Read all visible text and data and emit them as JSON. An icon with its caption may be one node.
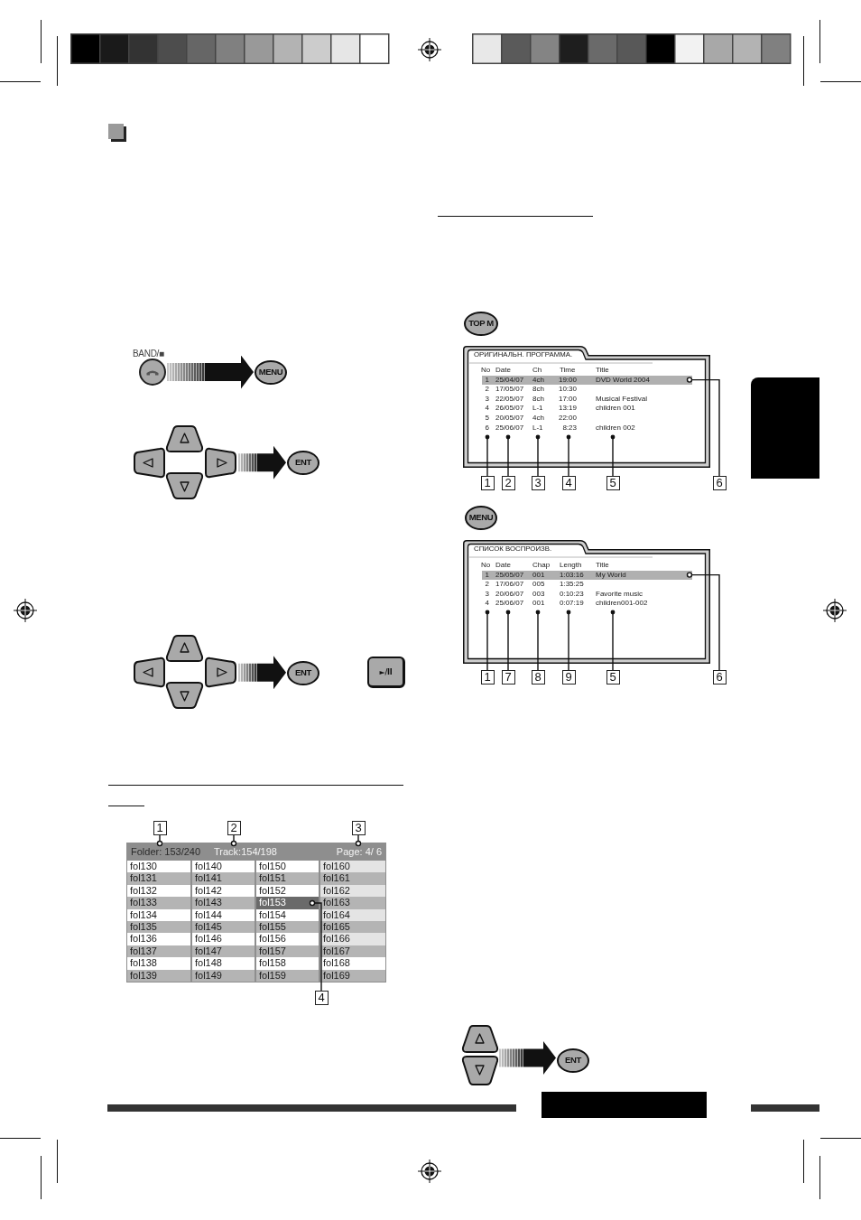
{
  "diagram": {
    "nodes": [
      {
        "text": [
          "BAND/■"
        ]
      },
      {
        "text": [
          "MENU"
        ]
      },
      {
        "text": [],
        "shape": "picture"
      },
      {
        "text": [
          "ENT"
        ]
      },
      {
        "text": [],
        "shape": "picture"
      },
      {
        "text": [
          "ENT"
        ]
      },
      {
        "text": [
          "►/II"
        ]
      },
      {
        "text": [
          "1"
        ]
      },
      {
        "text": [
          "2"
        ]
      },
      {
        "text": [
          "3"
        ]
      },
      {
        "text": [
          "fol153"
        ]
      },
      {
        "text": [
          "4"
        ]
      },
      {
        "text": [
          "TOP M"
        ]
      },
      {
        "text": [
          "ОРИГИНАЛЬН. ПРОГРАММА."
        ]
      },
      {
        "text": [
          "1"
        ]
      },
      {
        "text": [
          "2"
        ]
      },
      {
        "text": [
          "3"
        ]
      },
      {
        "text": [
          "4"
        ]
      },
      {
        "text": [
          "5"
        ]
      },
      {
        "text": [
          "6"
        ]
      },
      {
        "text": [],
        "shape": "box"
      },
      {
        "text": [
          "MENU"
        ]
      },
      {
        "text": [
          "СПИСОК ВОСПРОИЗВ."
        ]
      },
      {
        "text": [
          "1"
        ]
      },
      {
        "text": [
          "7"
        ]
      },
      {
        "text": [
          "8"
        ]
      },
      {
        "text": [
          "9"
        ]
      },
      {
        "text": [
          "5"
        ]
      },
      {
        "text": [
          "6"
        ]
      },
      {
        "text": [],
        "shape": "picture"
      },
      {
        "text": [
          "ENT"
        ]
      }
    ],
    "edges": [
      {
        "from": 0,
        "to": 1,
        "arrow": "to"
      },
      {
        "from": 2,
        "to": 3,
        "arrow": "to"
      },
      {
        "from": 4,
        "to": 5,
        "arrow": "to"
      },
      {
        "from": 29,
        "to": 30,
        "arrow": "to"
      },
      {
        "from": 7,
        "to": null,
        "arrow": "other"
      },
      {
        "from": 8,
        "to": null,
        "arrow": "other"
      },
      {
        "from": 9,
        "to": null,
        "arrow": "other"
      },
      {
        "from": 11,
        "to": 10,
        "arrow": "other"
      },
      {
        "from": 14,
        "to": 13,
        "arrow": "other"
      },
      {
        "from": 15,
        "to": 13,
        "arrow": "other"
      },
      {
        "from": 16,
        "to": 13,
        "arrow": "other"
      },
      {
        "from": 17,
        "to": 13,
        "arrow": "other"
      },
      {
        "from": 18,
        "to": 13,
        "arrow": "other"
      },
      {
        "from": 19,
        "to": 13,
        "arrow": "other"
      },
      {
        "from": 23,
        "to": 22,
        "arrow": "other"
      },
      {
        "from": 24,
        "to": 22,
        "arrow": "other"
      },
      {
        "from": 25,
        "to": 22,
        "arrow": "other"
      },
      {
        "from": 26,
        "to": 22,
        "arrow": "other"
      },
      {
        "from": 27,
        "to": 22,
        "arrow": "other"
      },
      {
        "from": 28,
        "to": 22,
        "arrow": "other"
      }
    ],
    "labels": [
      "Folder: 153/240",
      "Track:154/198",
      "Page: 4/ 6",
      "fol130",
      "fol140",
      "fol150",
      "fol160",
      "fol131",
      "fol141",
      "fol151",
      "fol161",
      "fol132",
      "fol142",
      "fol152",
      "fol162",
      "fol133",
      "fol143",
      "fol163",
      "fol134",
      "fol144",
      "fol154",
      "fol164",
      "fol135",
      "fol145",
      "fol155",
      "fol165",
      "fol136",
      "fol146",
      "fol156",
      "fol166",
      "fol137",
      "fol147",
      "fol157",
      "fol167",
      "fol138",
      "fol148",
      "fol158",
      "fol168",
      "fol139",
      "fol149",
      "fol159",
      "fol169",
      "No",
      "Date",
      "Ch",
      "Time",
      "Title",
      "1",
      "25/04/07",
      "4ch",
      "19:00",
      "DVD World 2004",
      "2",
      "17/05/07",
      "8ch",
      "10:30",
      "3",
      "22/05/07",
      "8ch",
      "17:00",
      "Musical Festival",
      "4",
      "26/05/07",
      "L-1",
      "13:19",
      "children 001",
      "5",
      "20/05/07",
      "4ch",
      "22:00",
      "6",
      "25/06/07",
      "L-1",
      "8:23",
      "children 002",
      "No",
      "Date",
      "Chap",
      "Length",
      "Title",
      "1",
      "25/05/07",
      "001",
      "1:03:16",
      "My World",
      "2",
      "17/06/07",
      "005",
      "1:35:25",
      "3",
      "20/06/07",
      "003",
      "0:10:23",
      "Favorite music",
      "4",
      "25/06/07",
      "001",
      "0:07:19",
      "children001-002"
    ]
  }
}
